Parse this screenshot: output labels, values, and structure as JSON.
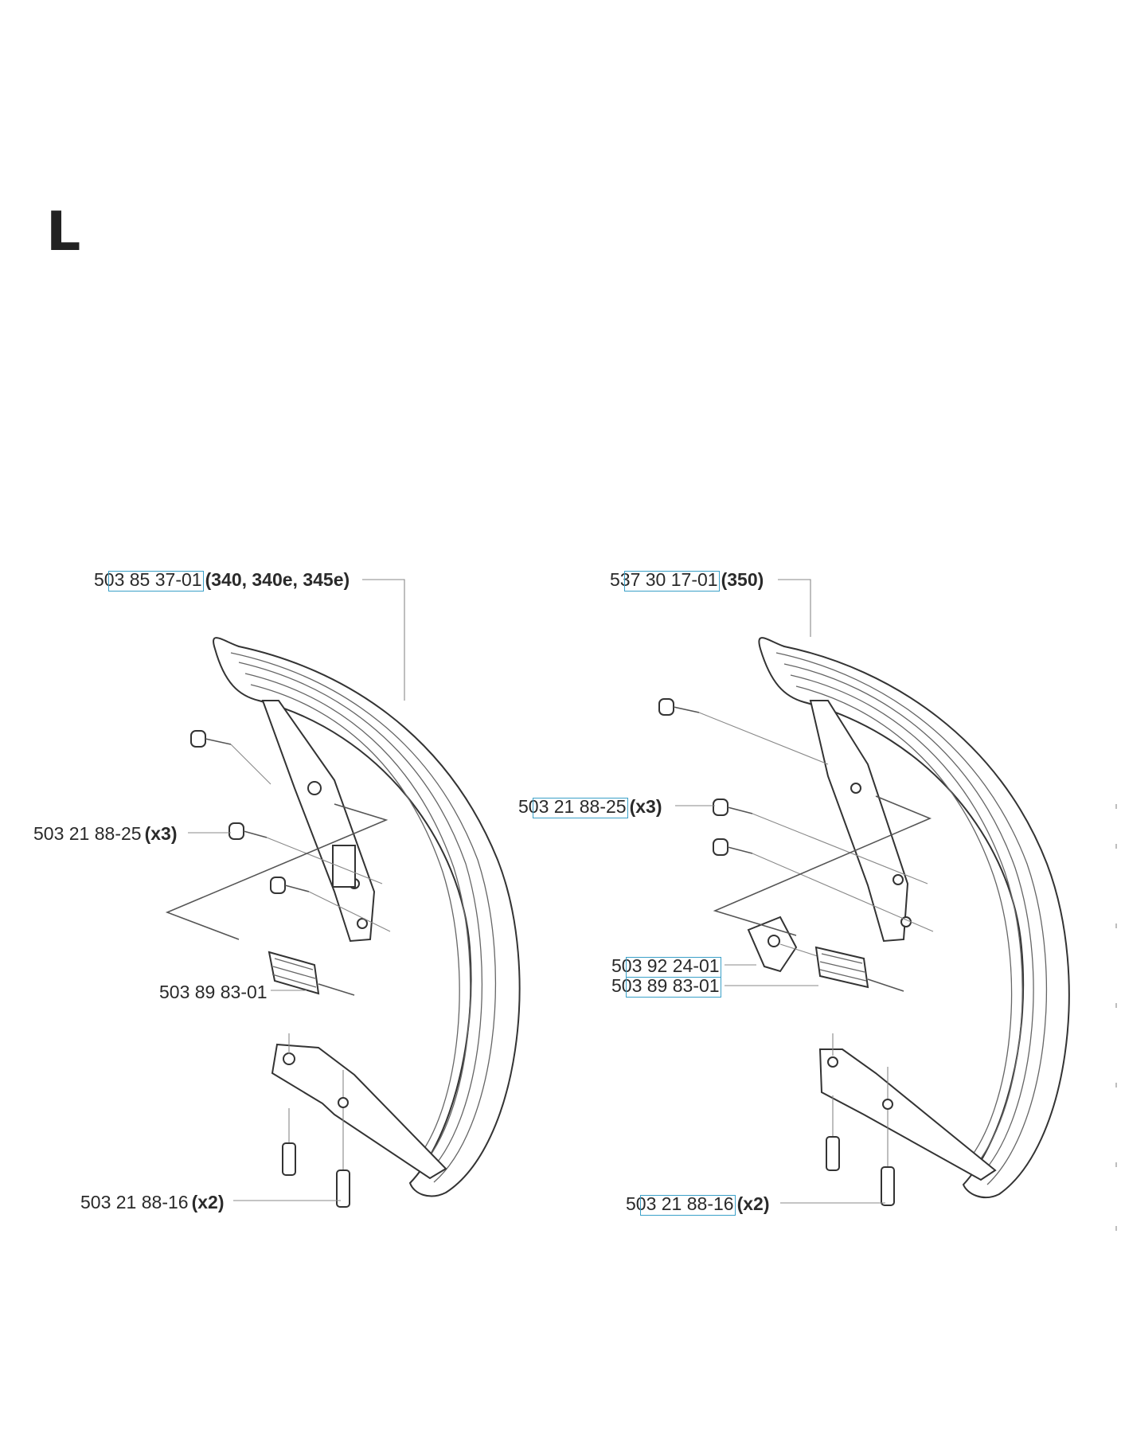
{
  "section_letter": "L",
  "left_diagram": {
    "handle": {
      "number": "503 85 37-01",
      "models": "(340, 340e, 345e)"
    },
    "screws_top": {
      "number": "503 21 88-25",
      "qty": "(x3)"
    },
    "damper": {
      "number": "503 89 83-01"
    },
    "screws_bottom": {
      "number": "503 21 88-16",
      "qty": "(x2)"
    }
  },
  "right_diagram": {
    "handle": {
      "number": "537 30 17-01",
      "models": "(350)"
    },
    "screws_top": {
      "number": "503 21 88-25",
      "qty": "(x3)"
    },
    "bracket": {
      "number": "503 92 24-01"
    },
    "damper": {
      "number": "503 89 83-01"
    },
    "screws_bottom": {
      "number": "503 21 88-16",
      "qty": "(x2)"
    }
  }
}
